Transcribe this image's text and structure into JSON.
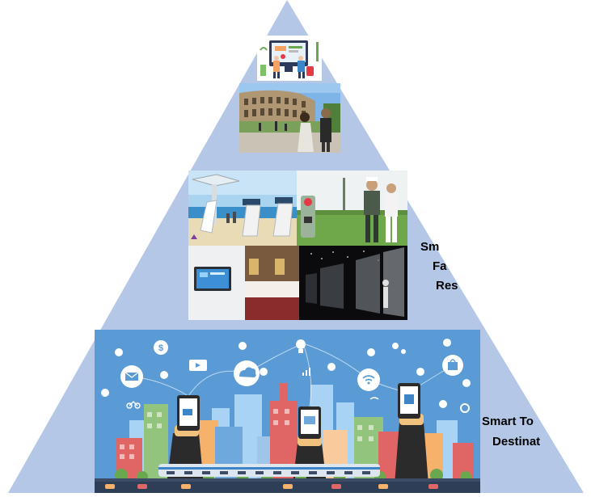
{
  "levels": [
    {
      "id": "facilities",
      "label_lines": [
        "Sm",
        "Fa",
        "Res"
      ]
    },
    {
      "id": "destination",
      "label_lines": [
        "Smart To",
        "Destinat"
      ]
    }
  ],
  "colors": {
    "pyramid": "#b4c7e7",
    "city_sky": "#5b9bd5",
    "cloud_white": "#ffffff"
  }
}
